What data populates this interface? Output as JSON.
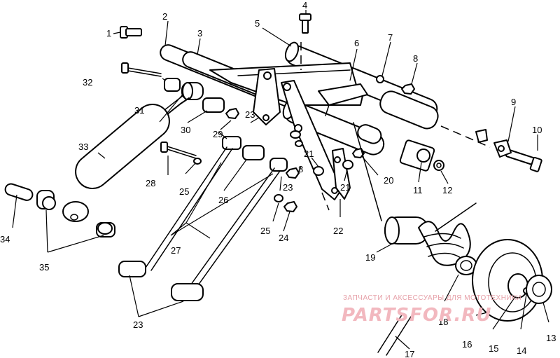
{
  "diagram": {
    "callouts": [
      {
        "id": "c1",
        "text": "1"
      },
      {
        "id": "c2",
        "text": "2"
      },
      {
        "id": "c3",
        "text": "3"
      },
      {
        "id": "c4",
        "text": "4"
      },
      {
        "id": "c5",
        "text": "5"
      },
      {
        "id": "c6",
        "text": "6"
      },
      {
        "id": "c7",
        "text": "7"
      },
      {
        "id": "c8a",
        "text": "8"
      },
      {
        "id": "c8b",
        "text": "8"
      },
      {
        "id": "c9",
        "text": "9"
      },
      {
        "id": "c10",
        "text": "10"
      },
      {
        "id": "c11",
        "text": "11"
      },
      {
        "id": "c12",
        "text": "12"
      },
      {
        "id": "c13",
        "text": "13"
      },
      {
        "id": "c14",
        "text": "14"
      },
      {
        "id": "c15",
        "text": "15"
      },
      {
        "id": "c16",
        "text": "16"
      },
      {
        "id": "c17",
        "text": "17"
      },
      {
        "id": "c18",
        "text": "18"
      },
      {
        "id": "c19",
        "text": "19"
      },
      {
        "id": "c20",
        "text": "20"
      },
      {
        "id": "c21a",
        "text": "21"
      },
      {
        "id": "c21b",
        "text": "21"
      },
      {
        "id": "c22",
        "text": "22"
      },
      {
        "id": "c23a",
        "text": "23"
      },
      {
        "id": "c23b",
        "text": "23"
      },
      {
        "id": "c23c",
        "text": "23"
      },
      {
        "id": "c24",
        "text": "24"
      },
      {
        "id": "c25a",
        "text": "25"
      },
      {
        "id": "c25b",
        "text": "25"
      },
      {
        "id": "c26",
        "text": "26"
      },
      {
        "id": "c27",
        "text": "27"
      },
      {
        "id": "c28",
        "text": "28"
      },
      {
        "id": "c29",
        "text": "29"
      },
      {
        "id": "c30",
        "text": "30"
      },
      {
        "id": "c31",
        "text": "31"
      },
      {
        "id": "c32",
        "text": "32"
      },
      {
        "id": "c33",
        "text": "33"
      },
      {
        "id": "c34",
        "text": "34"
      },
      {
        "id": "c35",
        "text": "35"
      }
    ]
  },
  "watermark": {
    "tagline": "ЗАПЧАСТИ И АКСЕССУАРЫ ДЛЯ МОТОТЕХНИКИ",
    "brand": "PARTSFOR.RU",
    "color": "#f2b8bf"
  }
}
